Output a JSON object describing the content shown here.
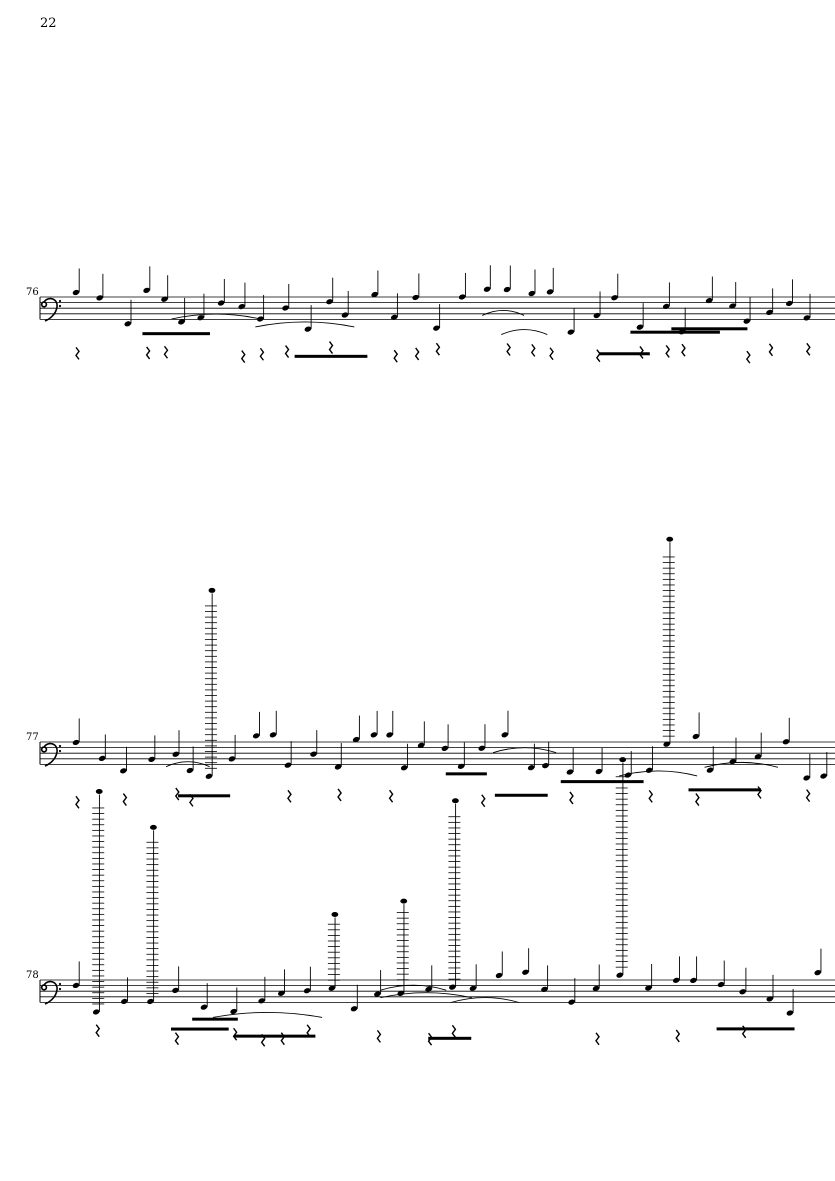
{
  "page": {
    "number": "22"
  },
  "systems": [
    {
      "measure": "76",
      "clef": "bass"
    },
    {
      "measure": "77",
      "clef": "bass"
    },
    {
      "measure": "78",
      "clef": "bass"
    }
  ],
  "colors": {
    "ink": "#000000",
    "paper": "#ffffff"
  }
}
